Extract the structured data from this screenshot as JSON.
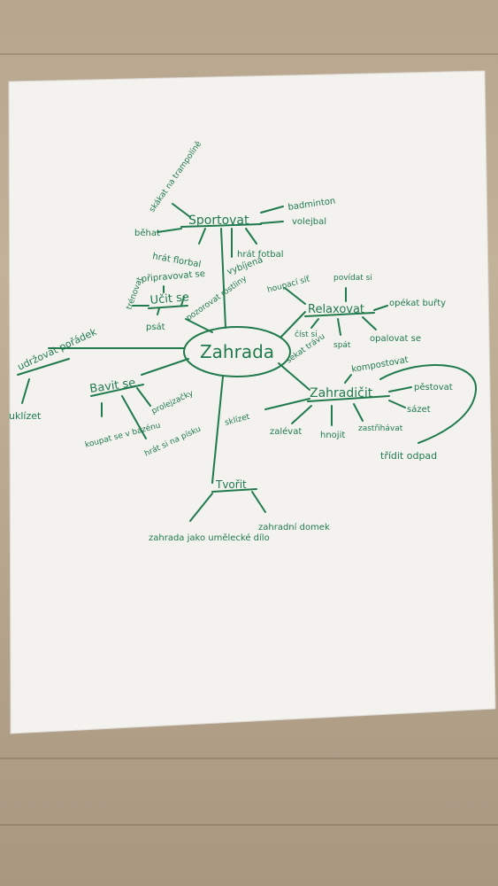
{
  "colors": {
    "ink": "#1f7a4c",
    "paper": "#f4f2ee",
    "table": "#b9a891"
  },
  "mindmap": {
    "center": "Zahrada",
    "sportovat": {
      "label": "Sportovat",
      "items": [
        "skákat na trampolíně",
        "běhat",
        "badminton",
        "volejbal",
        "hrát florbal",
        "hrát fotbal",
        "vybíjená"
      ]
    },
    "ucitse": {
      "label": "Učit se",
      "items": [
        "připravovat se",
        "trénovat",
        "psát",
        "pozorovat rostliny"
      ]
    },
    "udrzovat": {
      "label": "udržovat pořádek",
      "items": [
        "uklízet"
      ]
    },
    "bavitse": {
      "label": "Bavit se",
      "items": [
        "prolejzačky",
        "koupat se v bazénu",
        "hrát si na písku"
      ]
    },
    "relaxovat": {
      "label": "Relaxovat",
      "items": [
        "houpací síť",
        "povídat si",
        "opékat buřty",
        "číst si",
        "spát",
        "opalovat se"
      ]
    },
    "zahradicit": {
      "label": "Zahradičit",
      "items": [
        "sekat trávu",
        "kompostovat",
        "pěstovat",
        "sázet",
        "sklízet",
        "zalévat",
        "hnojit",
        "zastřihávat",
        "třídit odpad"
      ]
    },
    "tvorit": {
      "label": "Tvořit",
      "items": [
        "zahrada jako umělecké dílo",
        "zahradní domek"
      ]
    }
  }
}
